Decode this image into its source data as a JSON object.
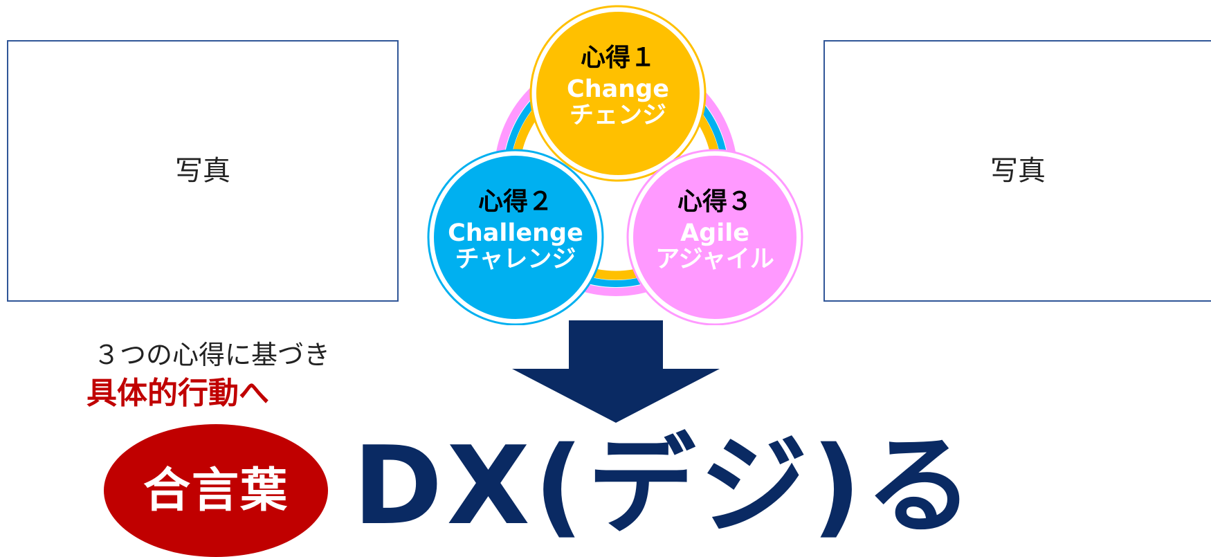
{
  "photos": {
    "left_label": "写真",
    "right_label": "写真"
  },
  "diagram": {
    "circles": [
      {
        "title": "心得１",
        "en": "Change",
        "ja": "チェンジ",
        "color": "#FFC000"
      },
      {
        "title": "心得２",
        "en": "Challenge",
        "ja": "チャレンジ",
        "color": "#00B0F0"
      },
      {
        "title": "心得３",
        "en": "Agile",
        "ja": "アジャイル",
        "color": "#FF99FF"
      }
    ]
  },
  "caption": {
    "subtitle": "３つの心得に基づき",
    "emphasis": "具体的行動へ"
  },
  "badge": {
    "label": "合言葉",
    "color": "#C00000"
  },
  "slogan": {
    "text": "DX(デジ)る",
    "color": "#0A2A63"
  }
}
